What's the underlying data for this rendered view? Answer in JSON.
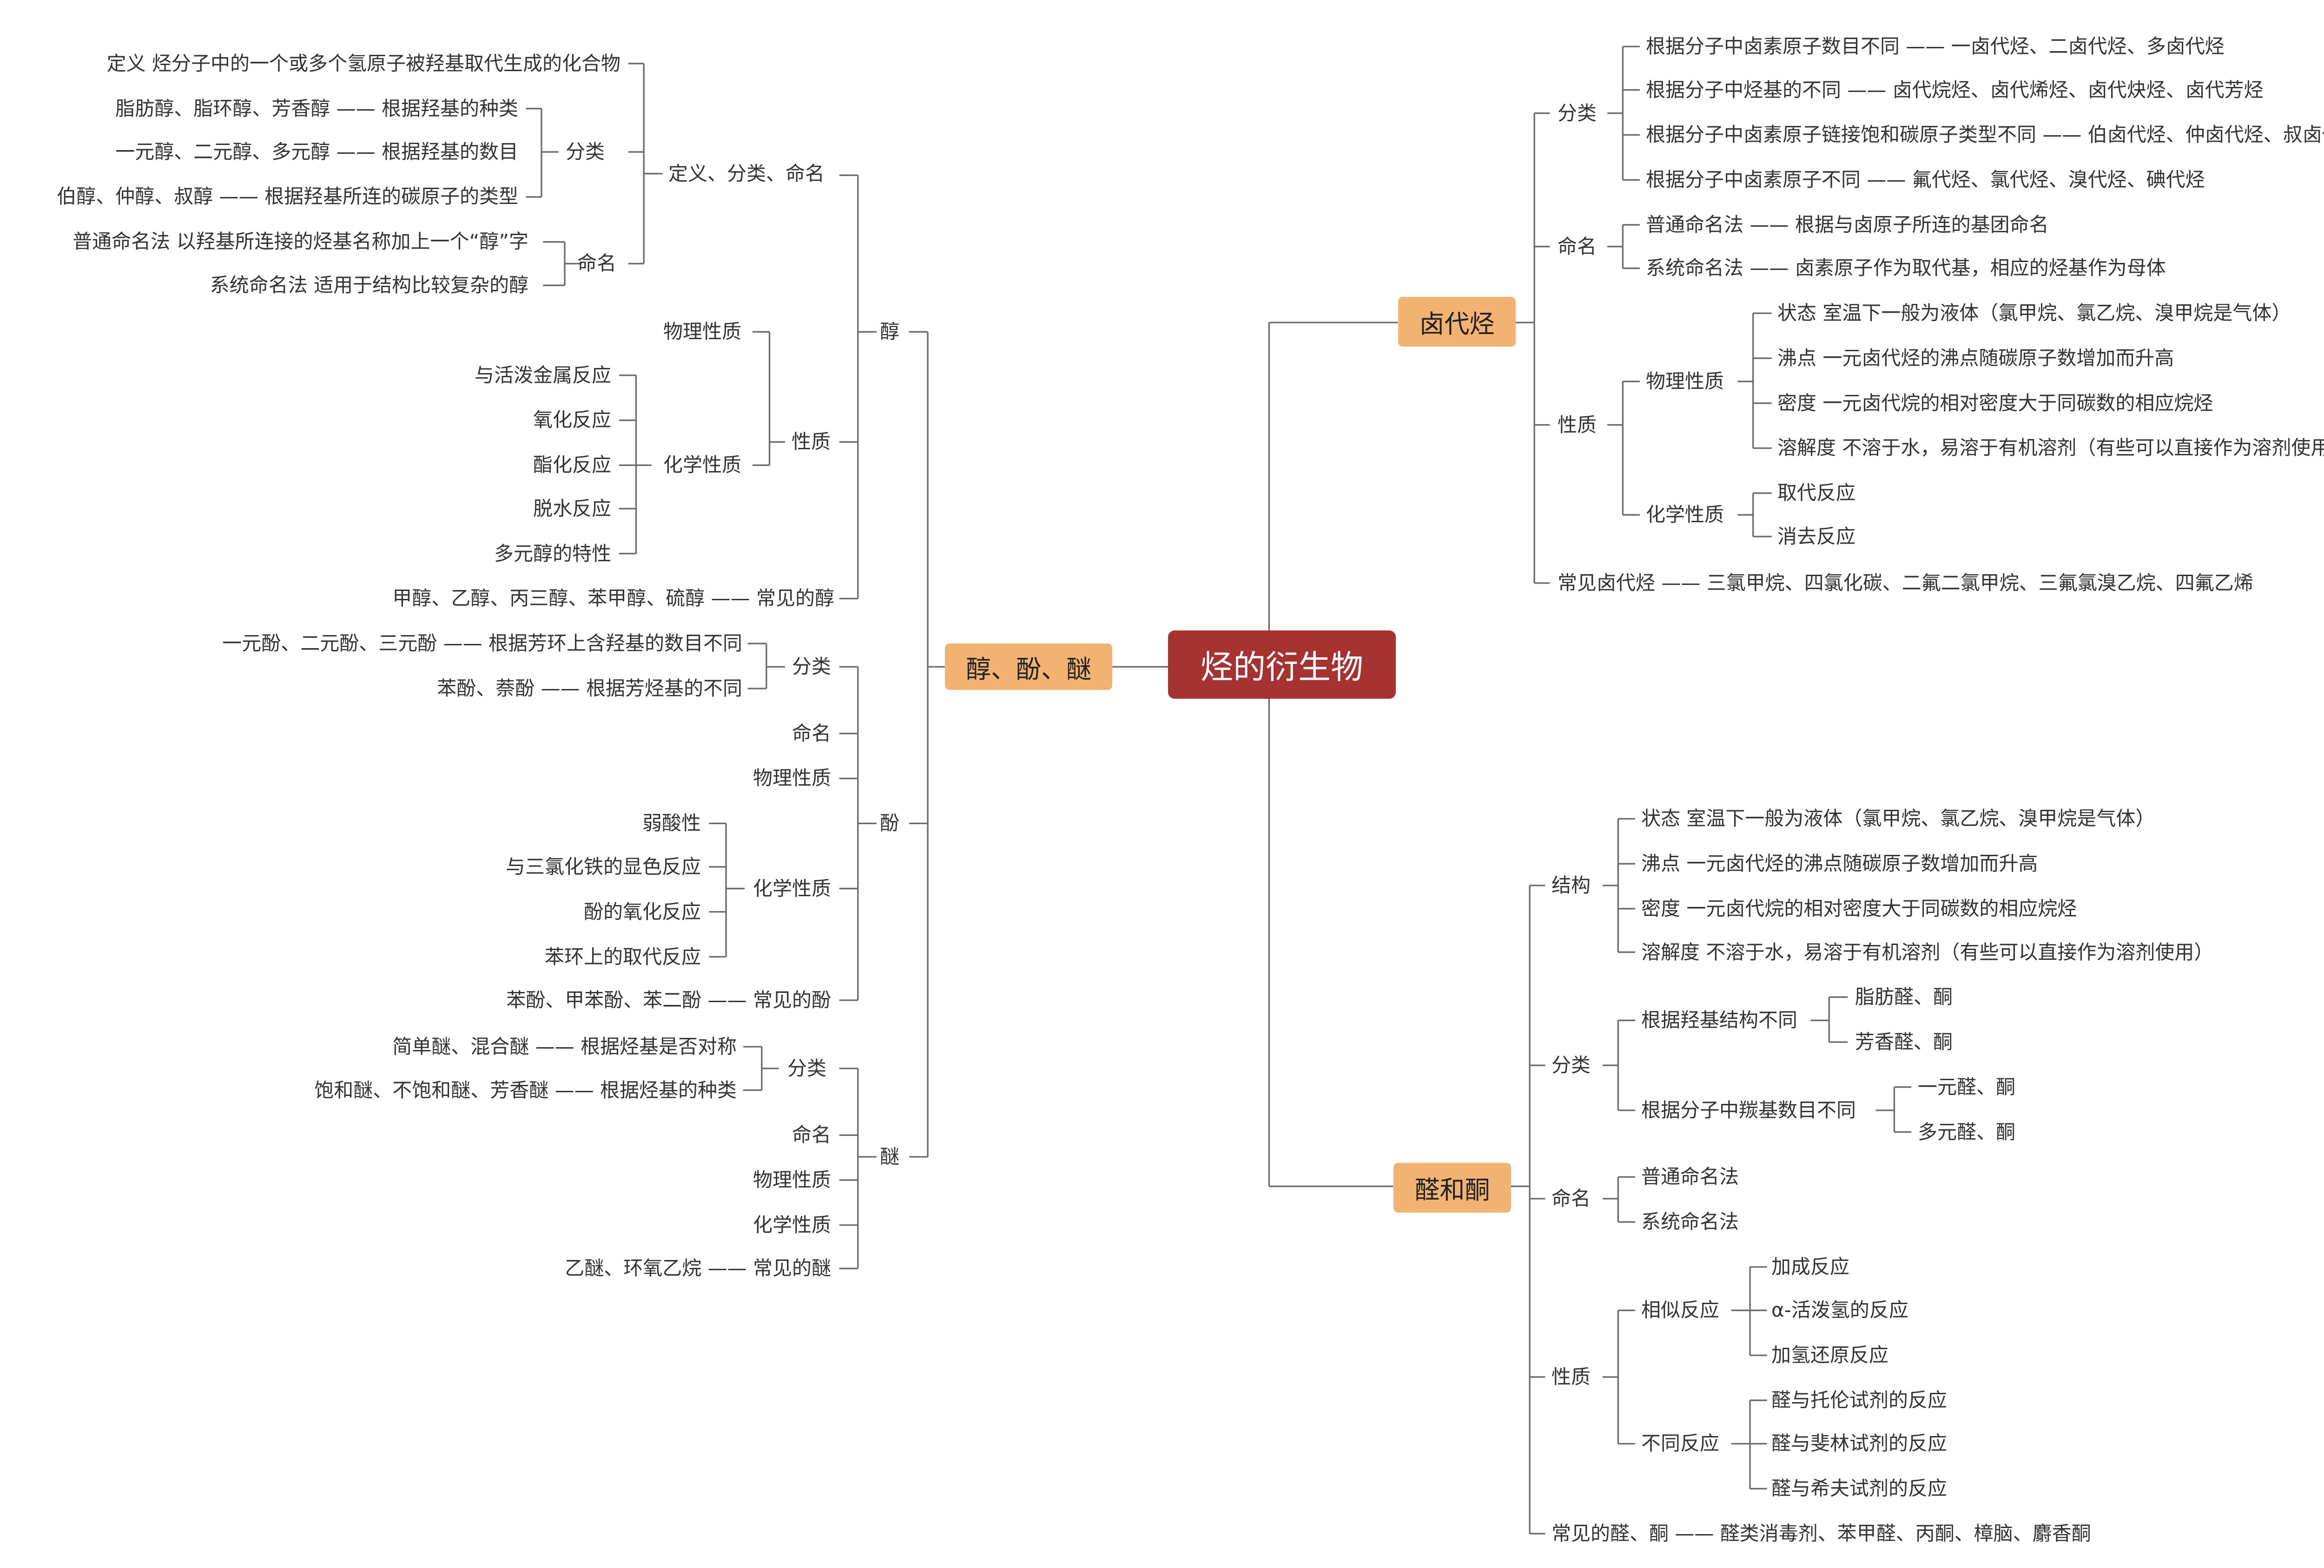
{
  "root": "烃的衍生物",
  "branches": {
    "alcohol_phenol_ether": "醇、酚、醚",
    "haloalkane": "卤代烃",
    "aldehyde_ketone": "醛和酮"
  },
  "alcohol": {
    "title": "醇",
    "def_group": "定义、分类、命名",
    "definition": "定义 烃分子中的一个或多个氢原子被羟基取代生成的化合物",
    "class_label": "分类",
    "class_items": [
      "脂肪醇、脂环醇、芳香醇 —— 根据羟基的种类",
      "一元醇、二元醇、多元醇 —— 根据羟基的数目",
      "伯醇、仲醇、叔醇 —— 根据羟基所连的碳原子的类型"
    ],
    "naming_label": "命名",
    "naming_items": [
      "普通命名法 以羟基所连接的烃基名称加上一个“醇”字",
      "系统命名法 适用于结构比较复杂的醇"
    ],
    "props_label": "性质",
    "physical": "物理性质",
    "chemical": "化学性质",
    "chem_items": [
      "与活泼金属反应",
      "氧化反应",
      "酯化反应",
      "脱水反应",
      "多元醇的特性"
    ],
    "common": "甲醇、乙醇、丙三醇、苯甲醇、硫醇 —— 常见的醇"
  },
  "phenol": {
    "title": "酚",
    "class_label": "分类",
    "class_items": [
      "一元酚、二元酚、三元酚 —— 根据芳环上含羟基的数目不同",
      "苯酚、萘酚 —— 根据芳烃基的不同"
    ],
    "naming": "命名",
    "physical": "物理性质",
    "chemical": "化学性质",
    "chem_items": [
      "弱酸性",
      "与三氯化铁的显色反应",
      "酚的氧化反应",
      "苯环上的取代反应"
    ],
    "common": "苯酚、甲苯酚、苯二酚 —— 常见的酚"
  },
  "ether": {
    "title": "醚",
    "class_label": "分类",
    "class_items": [
      "简单醚、混合醚 —— 根据烃基是否对称",
      "饱和醚、不饱和醚、芳香醚 —— 根据烃基的种类"
    ],
    "naming": "命名",
    "physical": "物理性质",
    "chemical": "化学性质",
    "common": "乙醚、环氧乙烷 —— 常见的醚"
  },
  "halo": {
    "class_label": "分类",
    "class_items": [
      "根据分子中卤素原子数目不同 —— 一卤代烃、二卤代烃、多卤代烃",
      "根据分子中烃基的不同 —— 卤代烷烃、卤代烯烃、卤代炔烃、卤代芳烃",
      "根据分子中卤素原子链接饱和碳原子类型不同 —— 伯卤代烃、仲卤代烃、叔卤代烃",
      "根据分子中卤素原子不同 —— 氟代烃、氯代烃、溴代烃、碘代烃"
    ],
    "naming_label": "命名",
    "naming_items": [
      "普通命名法 —— 根据与卤原子所连的基团命名",
      "系统命名法 —— 卤素原子作为取代基，相应的烃基作为母体"
    ],
    "props_label": "性质",
    "physical": "物理性质",
    "phys_items": [
      "状态 室温下一般为液体（氯甲烷、氯乙烷、溴甲烷是气体）",
      "沸点 一元卤代烃的沸点随碳原子数增加而升高",
      "密度 一元卤代烷的相对密度大于同碳数的相应烷烃",
      "溶解度 不溶于水，易溶于有机溶剂（有些可以直接作为溶剂使用）"
    ],
    "chemical": "化学性质",
    "chem_items": [
      "取代反应",
      "消去反应"
    ],
    "common": "常见卤代烃 —— 三氯甲烷、四氯化碳、二氟二氯甲烷、三氟氯溴乙烷、四氟乙烯"
  },
  "aldket": {
    "structure_label": "结构",
    "structure_items": [
      "状态 室温下一般为液体（氯甲烷、氯乙烷、溴甲烷是气体）",
      "沸点 一元卤代烃的沸点随碳原子数增加而升高",
      "密度 一元卤代烷的相对密度大于同碳数的相应烷烃",
      "溶解度 不溶于水，易溶于有机溶剂（有些可以直接作为溶剂使用）"
    ],
    "class_label": "分类",
    "class_a": "根据羟基结构不同",
    "class_a_items": [
      "脂肪醛、酮",
      "芳香醛、酮"
    ],
    "class_b": "根据分子中羰基数目不同",
    "class_b_items": [
      "一元醛、酮",
      "多元醛、酮"
    ],
    "naming_label": "命名",
    "naming_items": [
      "普通命名法",
      "系统命名法"
    ],
    "props_label": "性质",
    "similar": "相似反应",
    "similar_items": [
      "加成反应",
      "α-活泼氢的反应",
      "加氢还原反应"
    ],
    "different": "不同反应",
    "different_items": [
      "醛与托伦试剂的反应",
      "醛与斐林试剂的反应",
      "醛与希夫试剂的反应"
    ],
    "common": "常见的醛、酮 —— 醛类消毒剂、苯甲醛、丙酮、樟脑、麝香酮"
  }
}
